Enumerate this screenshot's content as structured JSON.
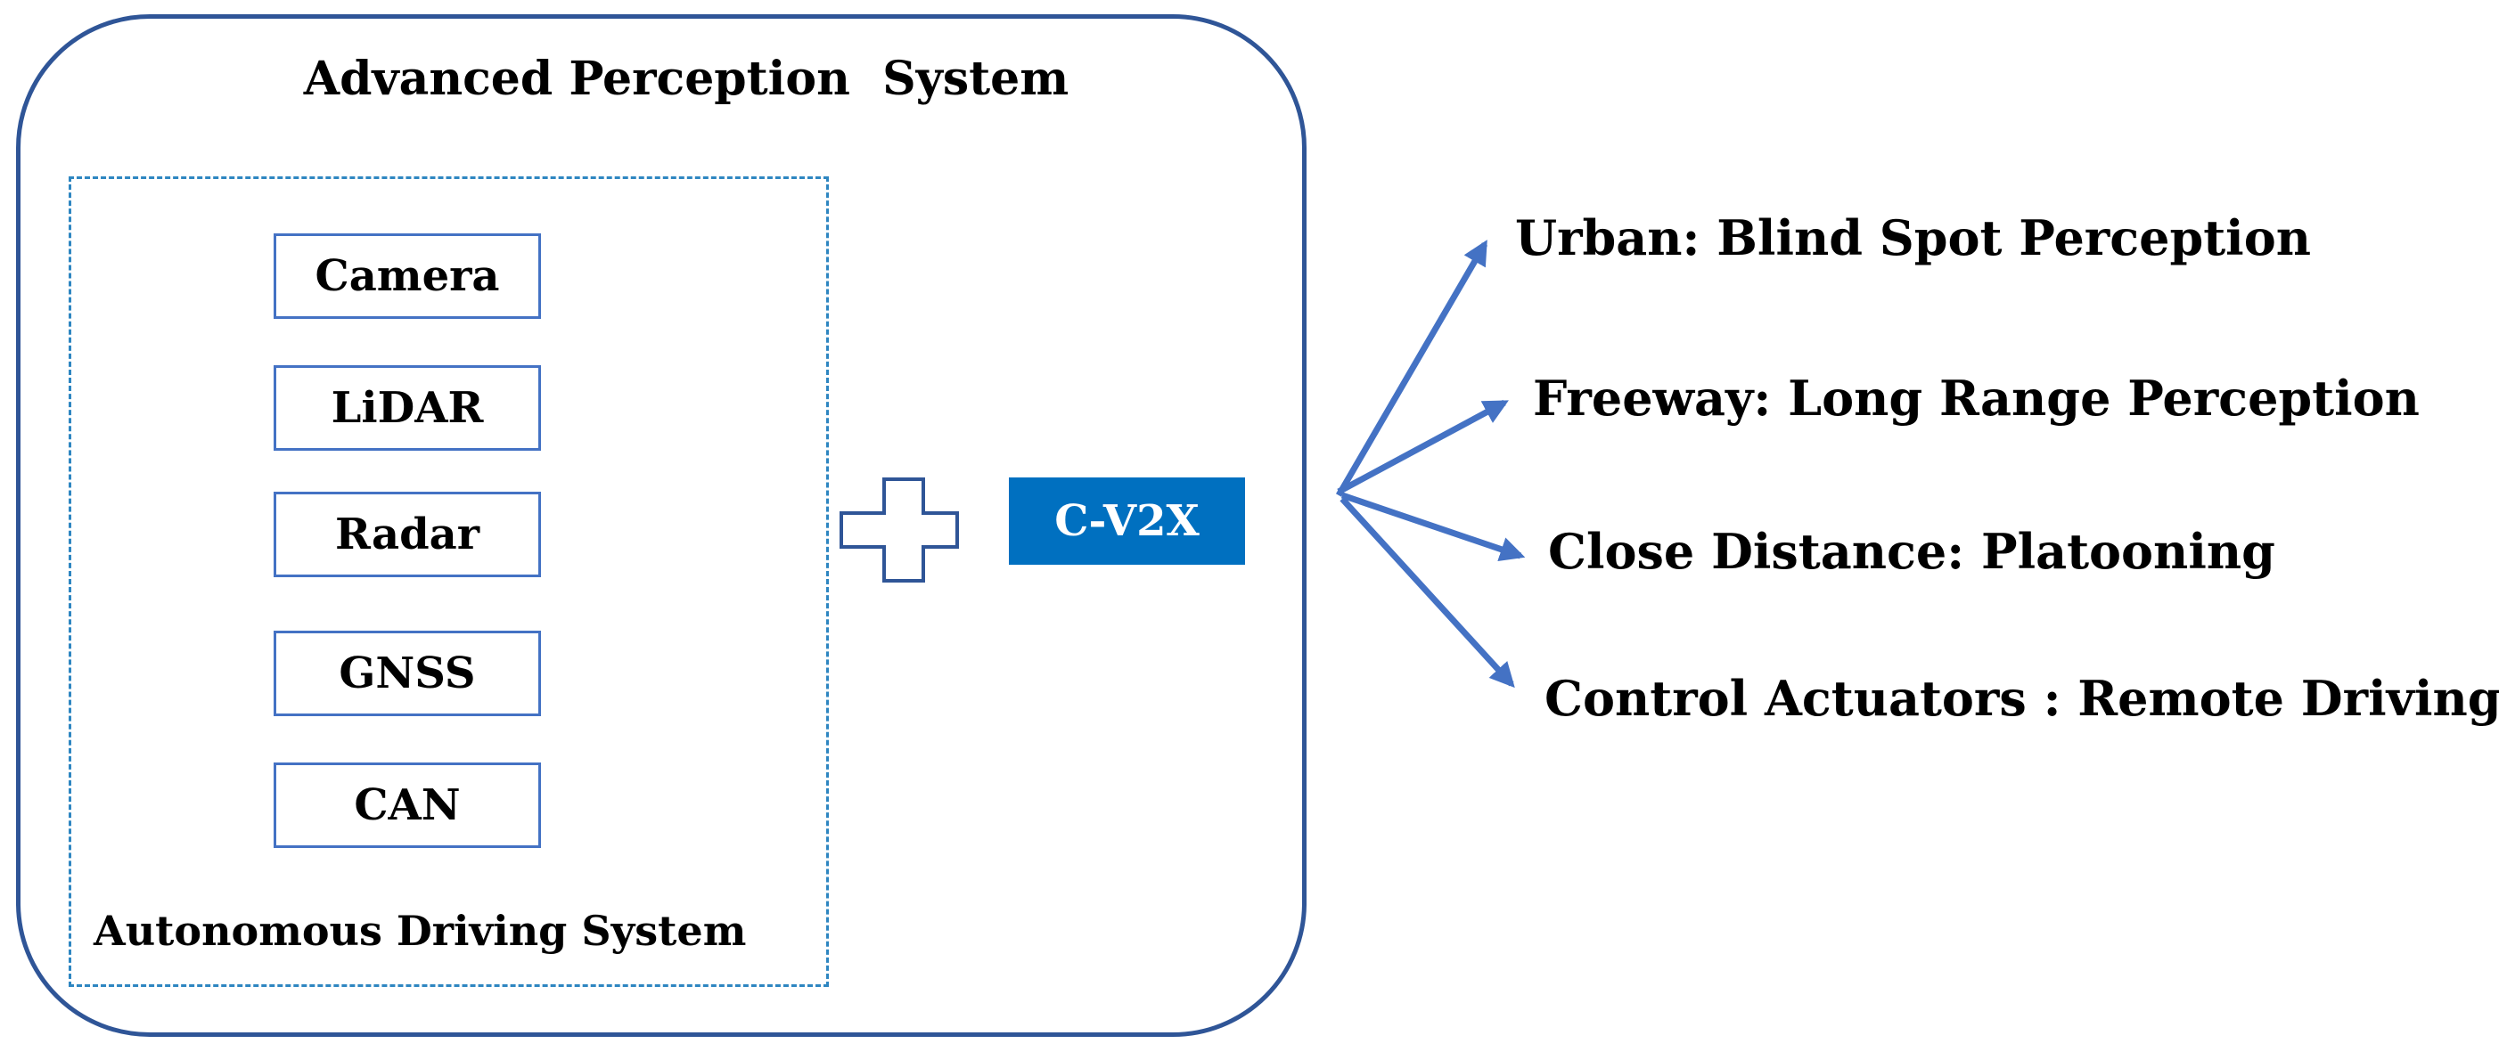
{
  "diagram": {
    "outer_title": "Advanced Perception  System",
    "inner_label": "Autonomous Driving System",
    "sensors": [
      {
        "label": "Camera"
      },
      {
        "label": "LiDAR"
      },
      {
        "label": "Radar"
      },
      {
        "label": "GNSS"
      },
      {
        "label": "CAN"
      }
    ],
    "connector": "plus",
    "cv2x_label": "C-V2X",
    "applications": [
      {
        "label": "Urban: Blind Spot Perception"
      },
      {
        "label": "Freeway: Long Range Perception"
      },
      {
        "label": "Close Distance: Platooning"
      },
      {
        "label": "Control Actuators : Remote Driving"
      }
    ],
    "colors": {
      "outer_border": "#2f5597",
      "dashed_border": "#2e86c1",
      "sensor_border": "#4472c4",
      "cv2x_fill": "#0070c0",
      "arrow": "#4472c4",
      "plus_stroke": "#2f5597"
    }
  }
}
